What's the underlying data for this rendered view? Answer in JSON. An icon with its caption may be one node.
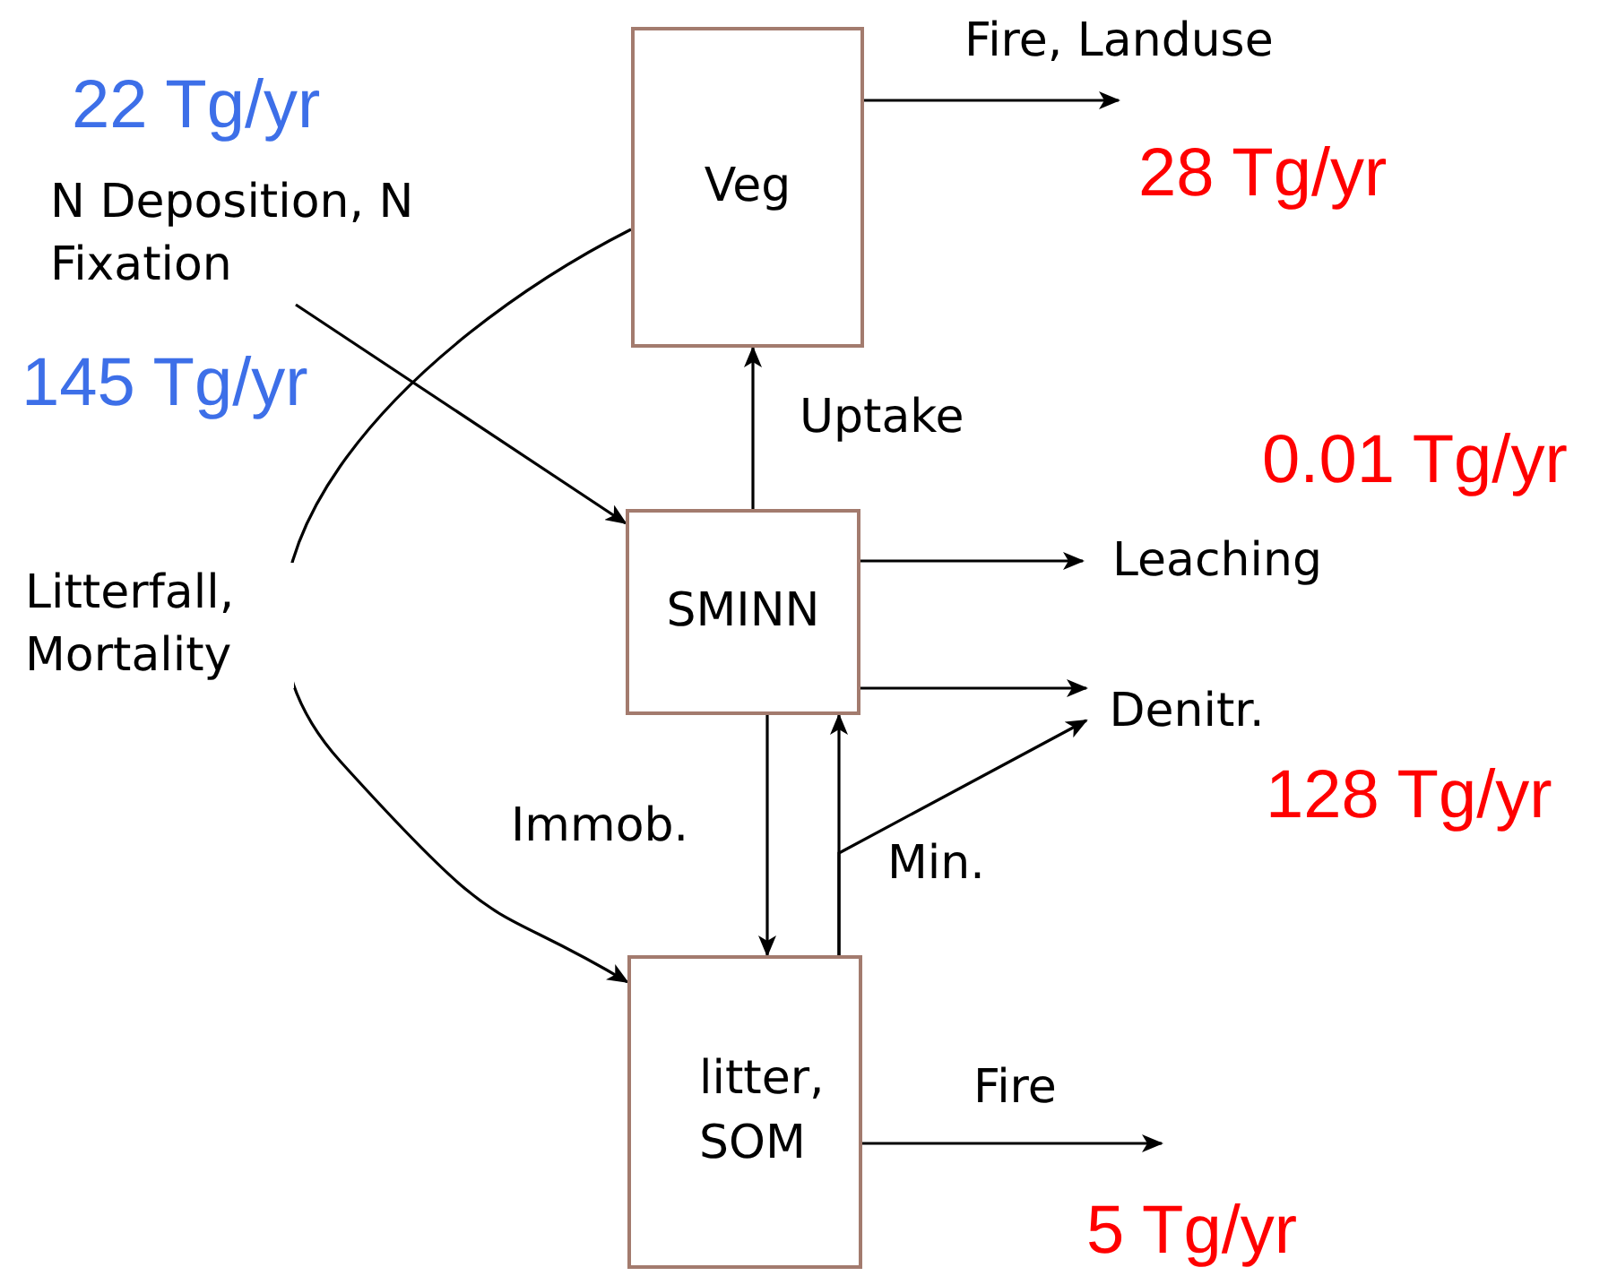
{
  "diagram": {
    "nodes": [
      {
        "text": [
          "Veg"
        ]
      },
      {
        "text": [
          "N Deposition, N Fixation"
        ]
      },
      {
        "text": [
          "SMINN"
        ]
      },
      {
        "text": [
          "Leaching"
        ]
      },
      {
        "text": [
          "Denitr."
        ]
      },
      {
        "text": [
          "litter, SOM"
        ]
      }
    ],
    "edges": [
      {
        "from": 0,
        "to": null,
        "arrow": "to",
        "label": "Fire, Landuse"
      },
      {
        "from": 1,
        "to": 2,
        "arrow": "to"
      },
      {
        "from": 0,
        "to": 5,
        "arrow": "to",
        "label": "Litterfall, Mortality"
      },
      {
        "from": 2,
        "to": 0,
        "arrow": "to",
        "label": "Uptake"
      },
      {
        "from": 2,
        "to": 3,
        "arrow": "to"
      },
      {
        "from": 2,
        "to": 4,
        "arrow": "to"
      },
      {
        "from": 2,
        "to": 5,
        "arrow": "to",
        "label": "Immob."
      },
      {
        "from": 5,
        "to": 2,
        "arrow": "to",
        "label": "Min."
      },
      {
        "from": 5,
        "to": 4,
        "arrow": "to"
      },
      {
        "from": 5,
        "to": null,
        "arrow": "to",
        "label": "Fire"
      }
    ],
    "labels": [
      "22 Tg/yr",
      "145 Tg/yr",
      "28 Tg/yr",
      "0.01 Tg/yr",
      "128 Tg/yr",
      "5 Tg/yr"
    ]
  }
}
